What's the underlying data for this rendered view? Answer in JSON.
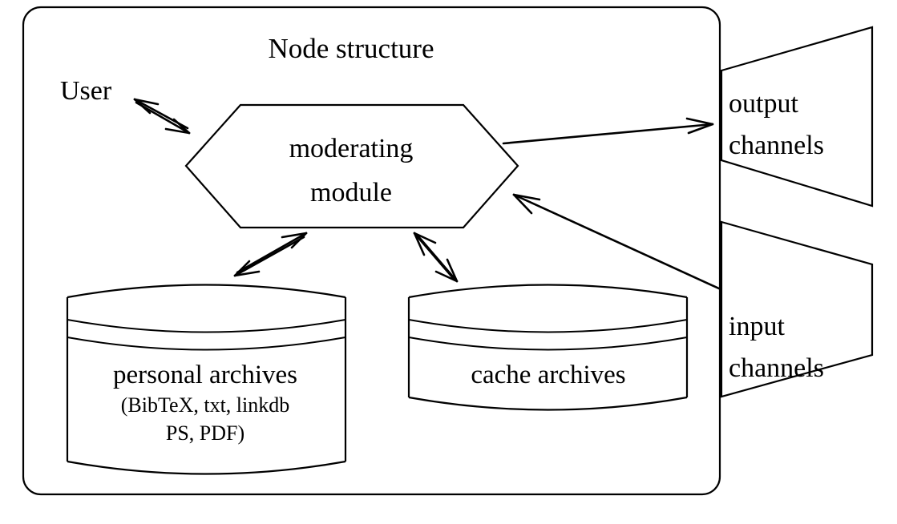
{
  "diagram": {
    "type": "block-diagram",
    "title": "Node structure",
    "background_color": "#ffffff",
    "line_color": "#000000",
    "boundary": {
      "name": "node-structure-boundary",
      "shape": "rounded-rectangle",
      "label": "Node structure"
    },
    "actors": [
      {
        "id": "user",
        "label": "User",
        "shape": "text-label"
      }
    ],
    "nodes": [
      {
        "id": "moderating-module",
        "shape": "hexagon",
        "line1": "moderating",
        "line2": "module"
      },
      {
        "id": "personal-archives",
        "shape": "cylinder",
        "label": "personal archives",
        "sub_line1": "(BibTeX, txt, linkdb",
        "sub_line2": "PS, PDF)"
      },
      {
        "id": "cache-archives",
        "shape": "cylinder",
        "label": "cache archives"
      },
      {
        "id": "output-channels",
        "shape": "trapezoid-right-expanding",
        "line1": "output",
        "line2": "channels"
      },
      {
        "id": "input-channels",
        "shape": "trapezoid-right-contracting",
        "line1": "input",
        "line2": "channels"
      }
    ],
    "connections": [
      {
        "id": "user-module",
        "from": "user",
        "to": "moderating-module",
        "direction": "bidirectional"
      },
      {
        "id": "module-personal-archives",
        "from": "moderating-module",
        "to": "personal-archives",
        "direction": "bidirectional"
      },
      {
        "id": "module-cache-archives",
        "from": "moderating-module",
        "to": "cache-archives",
        "direction": "bidirectional"
      },
      {
        "id": "module-output",
        "from": "moderating-module",
        "to": "output-channels",
        "direction": "unidirectional"
      },
      {
        "id": "input-module",
        "from": "input-channels",
        "to": "moderating-module",
        "direction": "unidirectional"
      }
    ]
  }
}
